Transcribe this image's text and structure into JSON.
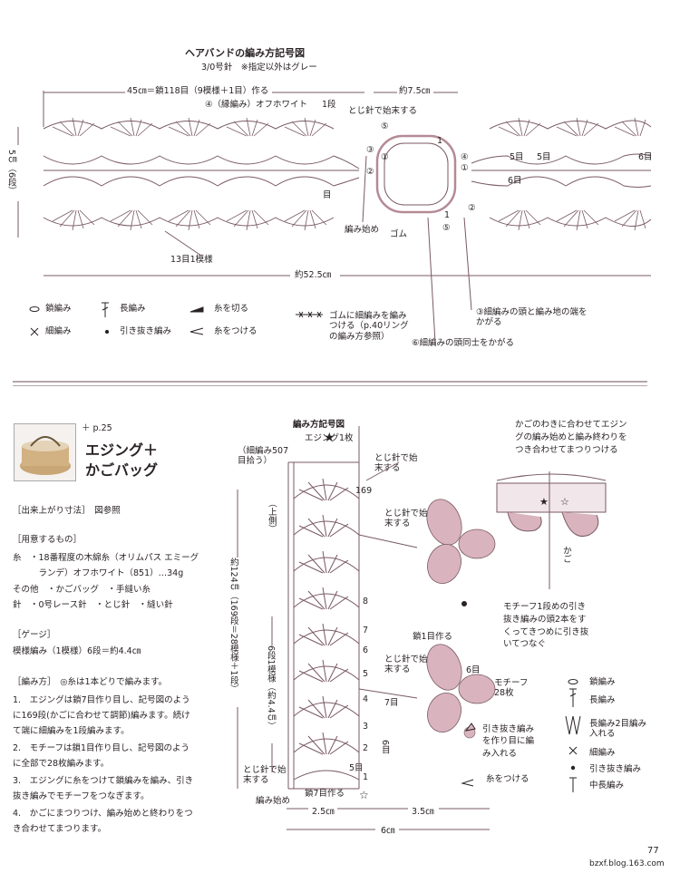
{
  "headband": {
    "title": "ヘアバンドの編み方記号図",
    "subtitle": "3/0号針　※指定以外はグレー",
    "width_label": "45㎝＝鎖118目（9模様＋1目）作る",
    "edge_label": "④（縁編み）オフホワイト",
    "row1_label": "1段",
    "fasten_label": "とじ針で始末する",
    "width_right": "約7.5㎝",
    "height_label": "5㎝（6段）",
    "pattern_label": "13目1模様",
    "total_label": "約52.5㎝",
    "start_label": "編み始め",
    "rubber_label": "ゴム",
    "note3": "③細編みの頭と編み地の端をかがる",
    "note6": "⑥細編みの頭同士をかがる",
    "rubber_note": "ゴムに細編みを編みつける（p.40リングの編み方参照）",
    "circle_labels": [
      "⑤",
      "③",
      "②",
      "①",
      "④",
      "①",
      "⑤",
      "②"
    ],
    "row_marks": [
      "5目",
      "5目",
      "6目",
      "6目",
      "目",
      "1",
      "1"
    ],
    "legend": [
      {
        "symbol": "chain",
        "label": "鎖編み"
      },
      {
        "symbol": "dc",
        "label": "長編み"
      },
      {
        "symbol": "cut",
        "label": "糸を切る"
      },
      {
        "symbol": "sc",
        "label": "細編み"
      },
      {
        "symbol": "slip",
        "label": "引き抜き編み"
      },
      {
        "symbol": "join",
        "label": "糸をつける"
      }
    ]
  },
  "bag": {
    "page_ref": "＋ p.25",
    "title_line1": "エジング＋",
    "title_line2": "かごバッグ",
    "size_label": "［出来上がり寸法］　図参照",
    "materials_label": "［用意するもの］",
    "materials": [
      "糸　・18番程度の木綿糸（オリムパス エミーグ",
      "　　　ランデ）オフホワイト（851）…34g",
      "その他　・かごバッグ　・手縫い糸",
      "針　・0号レース針　・とじ針　・縫い針"
    ],
    "gauge_label": "［ゲージ］",
    "gauge": "模様編み（1模様）6段＝約4.4㎝",
    "method_label": "［編み方］　◎糸は1本どりで編みます。",
    "steps": [
      "1.　エジングは鎖7目作り目し、記号図のよう",
      "に169段(かごに合わせて調節)編みます。続け",
      "て端に細編みを1段編みます。",
      "2.　モチーフは鎖1目作り目し、記号図のよう",
      "に全部で28枚編みます。",
      "3.　エジングに糸をつけて鎖編みを編み、引き",
      "抜き編みでモチーフをつなぎます。",
      "4.　かごにまつりつけ、編み始めと終わりをつ",
      "き合わせてまつります。"
    ]
  },
  "chart": {
    "title": "編み方記号図",
    "edging_row": "エジング1枚",
    "sc_pick": "（細編み507目拾う）",
    "up_label": "（上側）",
    "length_label": "約124㎝（169段＝28模様＋1段）",
    "repeat_label": "6段1模様（約4.4㎝）",
    "fasten_top": "とじ針で始末する",
    "fasten_motif1": "とじ針で始末する",
    "fasten_motif2": "とじ針で始末する",
    "fasten_bottom": "とじ針で始末する",
    "start_label": "編み始め",
    "chain7": "鎖7目作る",
    "chain1": "鎖1目作る",
    "w_left": "2.5㎝",
    "w_right": "3.5㎝",
    "w_total": "6㎝",
    "row_numbers": [
      "169",
      "8",
      "7",
      "6",
      "5",
      "4",
      "3",
      "2",
      "1",
      "5目",
      "6目",
      "7目",
      "6目"
    ],
    "basket_note": "かごのわきに合わせてエジングの編み始めと編み終わりをつき合わせてまつりつける",
    "basket_label": "かご",
    "motif_note": "モチーフ1段めの引き抜き編みの頭2本をすくってきつめに引き抜いてつなぐ",
    "motif_count": "モチーフ28枚",
    "slip_note": "引き抜き編みを作り目に編み入れる",
    "join_note": "糸をつける",
    "legend": [
      {
        "symbol": "chain",
        "label": "鎖編み"
      },
      {
        "symbol": "dc",
        "label": "長編み"
      },
      {
        "symbol": "dc2",
        "label": "長編み2目編み入れる"
      },
      {
        "symbol": "sc",
        "label": "細編み"
      },
      {
        "symbol": "slip",
        "label": "引き抜き編み"
      },
      {
        "symbol": "hdc",
        "label": "中長編み"
      }
    ]
  },
  "footer": {
    "page_number": "77",
    "watermark": "bzxf.blog.163.com"
  },
  "colors": {
    "line": "#7a5a64",
    "text": "#2a2326",
    "motif": "#d9b4bf",
    "divider": "#b7a6ac"
  }
}
